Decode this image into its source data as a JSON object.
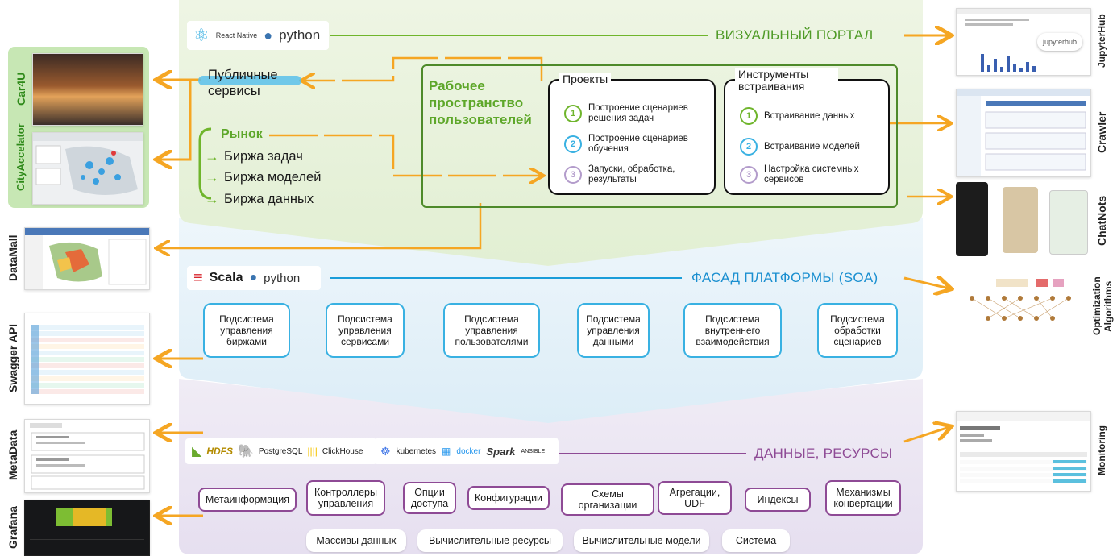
{
  "portal": {
    "title": "ВИЗУАЛЬНЫЙ ПОРТАЛ",
    "tech": [
      "React Native",
      "python"
    ],
    "public_services": "Публичные сервисы",
    "market": {
      "title": "Рынок",
      "items": [
        "Биржа задач",
        "Биржа моделей",
        "Биржа данных"
      ]
    },
    "workspace": {
      "title": "Рабочее пространство пользователей",
      "projects": {
        "title": "Проекты",
        "items": [
          {
            "num": "1",
            "text": "Построение сценариев решения задач"
          },
          {
            "num": "2",
            "text": "Построение сценариев обучения"
          },
          {
            "num": "3",
            "text": "Запуски, обработка, результаты"
          }
        ]
      },
      "tools": {
        "title": "Инструменты встраивания",
        "items": [
          {
            "num": "1",
            "text": "Встраивание данных"
          },
          {
            "num": "2",
            "text": "Встраивание моделей"
          },
          {
            "num": "3",
            "text": "Настройка системных сервисов"
          }
        ]
      }
    }
  },
  "facade": {
    "title": "ФАСАД ПЛАТФОРМЫ (SOA)",
    "tech": [
      "Scala",
      "python"
    ],
    "subsystems": [
      "Подсистема управления биржами",
      "Подсистема управления сервисами",
      "Подсистема управления пользователями",
      "Подсистема управления данными",
      "Подсистема внутреннего взаимодействия",
      "Подсистема обработки сценариев"
    ]
  },
  "data_layer": {
    "title": "ДАННЫЕ, РЕСУРСЫ",
    "tech": [
      "HDFS",
      "PostgreSQL",
      "ClickHouse",
      "kubernetes",
      "docker",
      "Spark",
      "ANSIBLE"
    ],
    "items": [
      "Метаинформация",
      "Контроллеры управления",
      "Опции доступа",
      "Конфигурации",
      "Схемы организации",
      "Агрегации, UDF",
      "Индексы",
      "Механизмы конвертации"
    ],
    "bottom_tabs": [
      "Массивы данных",
      "Вычислительные ресурсы",
      "Вычислительные модели",
      "Система"
    ]
  },
  "left_apps": [
    "Car4U",
    "CityAccelator",
    "DataMall",
    "Swagger API",
    "MetaData",
    "Grafana"
  ],
  "right_apps": [
    "JupyterHub",
    "Crawler",
    "ChatNots",
    "Optimization Algorithms",
    "Monitoring"
  ],
  "jupyter_logo": "jupyterhub",
  "colors": {
    "green": "#6fb52c",
    "orange": "#f5a623",
    "blue": "#1a9dd9",
    "purple": "#8e4a95",
    "num1": "#6fb52c",
    "num2": "#39b1e2",
    "num3": "#b39ccb"
  }
}
